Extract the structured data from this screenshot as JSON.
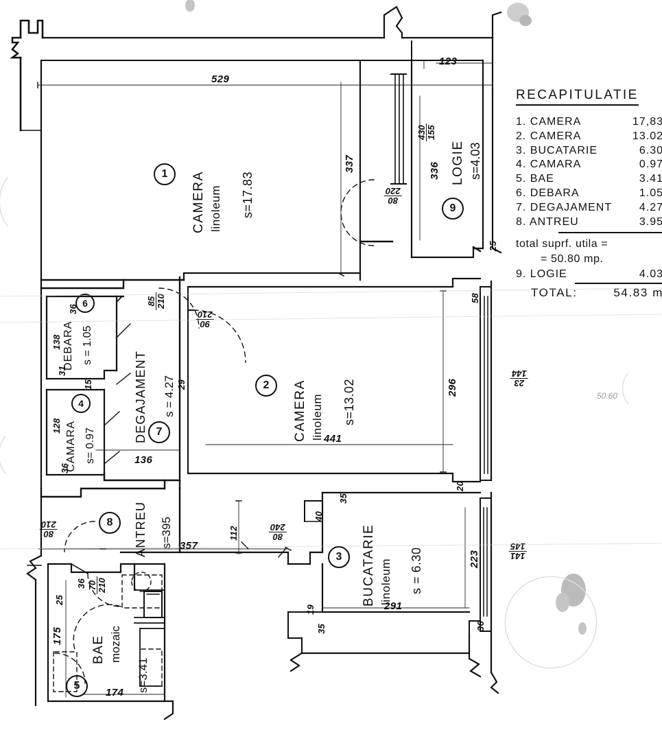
{
  "document": {
    "type": "architectural-floor-plan",
    "language": "ro"
  },
  "recapitulation": {
    "title": "RECAPITULATIE",
    "rows": [
      {
        "label": "1. CAMERA",
        "value": "17,83"
      },
      {
        "label": "2. CAMERA",
        "value": "13.02"
      },
      {
        "label": "3. BUCATARIE",
        "value": "6.30"
      },
      {
        "label": "4. CAMARA",
        "value": "0.97"
      },
      {
        "label": "5. BAE",
        "value": "3.41"
      },
      {
        "label": "6. DEBARA",
        "value": "1.05"
      },
      {
        "label": "7. DEGAJAMENT",
        "value": "4.27"
      },
      {
        "label": "8. ANTREU",
        "value": "3.95"
      }
    ],
    "total_util_line1": "total suprf. utila =",
    "total_util_line2": "= 50.80 mp.",
    "logie_label": "9. LOGIE",
    "logie_value": "4.03",
    "total_label": "TOTAL:",
    "total_value": "54.83 m"
  },
  "rooms": [
    {
      "number": "1",
      "name": "CAMERA",
      "material": "linoleum",
      "area": "s=17.83"
    },
    {
      "number": "2",
      "name": "CAMERA",
      "material": "linoleum",
      "area": "s=13.02"
    },
    {
      "number": "3",
      "name": "BUCATARIE",
      "material": "linoleum",
      "area": "s = 6.30"
    },
    {
      "number": "4",
      "name": "CAMARA",
      "material": "",
      "area": "s= 0.97"
    },
    {
      "number": "5",
      "name": "BAE",
      "material": "mozaic",
      "area": "s=3.41"
    },
    {
      "number": "6",
      "name": "DEBARA",
      "material": "",
      "area": "s = 1.05"
    },
    {
      "number": "7",
      "name": "DEGAJAMENT",
      "material": "",
      "area": "s = 4.27"
    },
    {
      "number": "8",
      "name": "ANTREU",
      "material": "",
      "area": "s=395"
    },
    {
      "number": "9",
      "name": "LOGIE",
      "material": "",
      "area": "s=4.03"
    }
  ],
  "dimensions": {
    "top_room1": "529",
    "room1_right": "337",
    "logie_top": "123",
    "logie_mid": "336",
    "logie_frac_top": "430",
    "logie_frac_bot": "155",
    "logie_bottom": "25",
    "room2_bottom": "441",
    "room2_right": "296",
    "room2_right_top": "58",
    "room2_right_bot": "20",
    "deg_bottom": "136",
    "deg_inner": "29",
    "antreu_bottom": "357",
    "antreu_left": "112",
    "kitchen_bottom": "291",
    "kitchen_right": "223",
    "kitchen_left_small": "19",
    "kitchen_step": "35",
    "kitchen_top_small": "40",
    "kitchen_top_small2": "35",
    "bath_left": "175",
    "bath_bottom": "174",
    "bath_step1": "25",
    "bath_step2": "36",
    "debara_left": "138",
    "debara_top": "36",
    "debara_bot": "31",
    "debara_right": "15",
    "camara_left": "128",
    "camara_bottom": "36",
    "right_wall_bottom": "36"
  },
  "openings": [
    {
      "id": "door-room1-deg",
      "num": "85",
      "den": "210"
    },
    {
      "id": "door-deg-room2",
      "num": "90",
      "den": "210"
    },
    {
      "id": "door-room1-logie",
      "num": "80",
      "den": "220"
    },
    {
      "id": "door-antreu-bath",
      "num": "70",
      "den": "210"
    },
    {
      "id": "door-entrance",
      "num": "80",
      "den": "210"
    },
    {
      "id": "door-kitchen",
      "num": "80",
      "den": "240"
    },
    {
      "id": "window-room2",
      "num": "23",
      "den": "144"
    },
    {
      "id": "window-kitchen",
      "num": "141",
      "den": "145"
    }
  ],
  "colors": {
    "ink": "#111111",
    "paper": "#ffffff",
    "smudge": "#b9b9b9"
  }
}
